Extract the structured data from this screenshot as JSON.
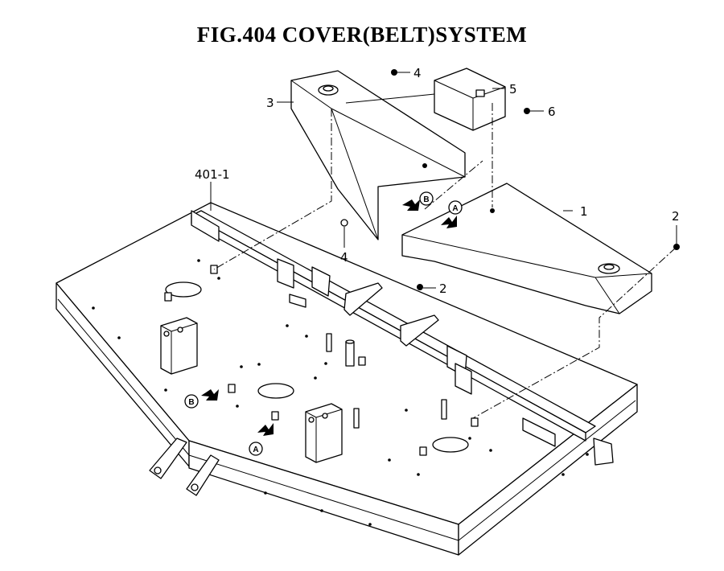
{
  "figure": {
    "title": "FIG.404  COVER(BELT)SYSTEM"
  },
  "callouts": [
    {
      "id": "c1",
      "text": "1"
    },
    {
      "id": "c2a",
      "text": "2"
    },
    {
      "id": "c2b",
      "text": "2"
    },
    {
      "id": "c3",
      "text": "3"
    },
    {
      "id": "c4a",
      "text": "4"
    },
    {
      "id": "c4b",
      "text": "4"
    },
    {
      "id": "c5",
      "text": "5"
    },
    {
      "id": "c6",
      "text": "6"
    },
    {
      "id": "c401",
      "text": "401-1"
    }
  ],
  "markers": [
    {
      "id": "mA1",
      "text": "A"
    },
    {
      "id": "mA2",
      "text": "A"
    },
    {
      "id": "mB1",
      "text": "B"
    },
    {
      "id": "mB2",
      "text": "B"
    }
  ]
}
